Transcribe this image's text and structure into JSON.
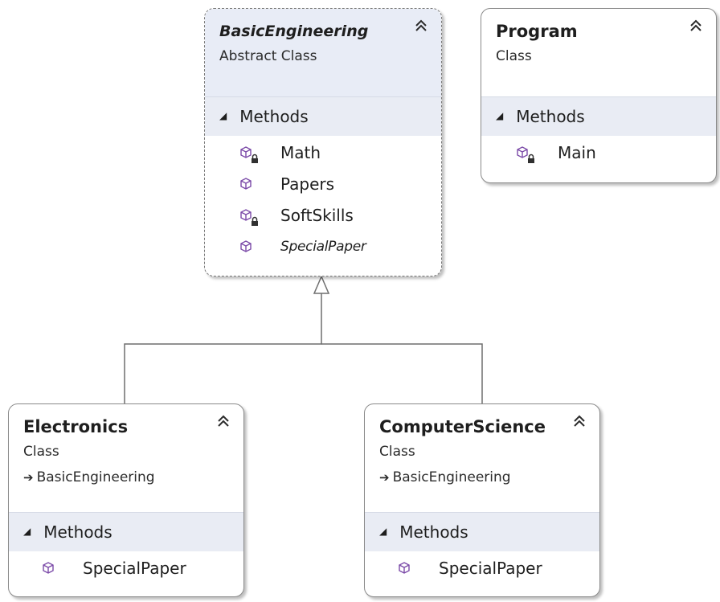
{
  "diagram": {
    "classes": {
      "basic_engineering": {
        "name": "BasicEngineering",
        "kind": "Abstract Class",
        "section_label": "Methods",
        "methods": [
          {
            "name": "Math",
            "private": true,
            "italic": false
          },
          {
            "name": "Papers",
            "private": false,
            "italic": false
          },
          {
            "name": "SoftSkills",
            "private": true,
            "italic": false
          },
          {
            "name": "SpecialPaper",
            "private": false,
            "italic": true
          }
        ]
      },
      "program": {
        "name": "Program",
        "kind": "Class",
        "section_label": "Methods",
        "methods": [
          {
            "name": "Main",
            "private": true,
            "italic": false
          }
        ]
      },
      "electronics": {
        "name": "Electronics",
        "kind": "Class",
        "base": "BasicEngineering",
        "section_label": "Methods",
        "methods": [
          {
            "name": "SpecialPaper",
            "private": false,
            "italic": false
          }
        ]
      },
      "computer_science": {
        "name": "ComputerScience",
        "kind": "Class",
        "base": "BasicEngineering",
        "section_label": "Methods",
        "methods": [
          {
            "name": "SpecialPaper",
            "private": false,
            "italic": false
          }
        ]
      }
    },
    "colors": {
      "method_icon": "#7b4aa8",
      "lock_icon": "#303030",
      "connector": "#6e6e6e"
    }
  }
}
